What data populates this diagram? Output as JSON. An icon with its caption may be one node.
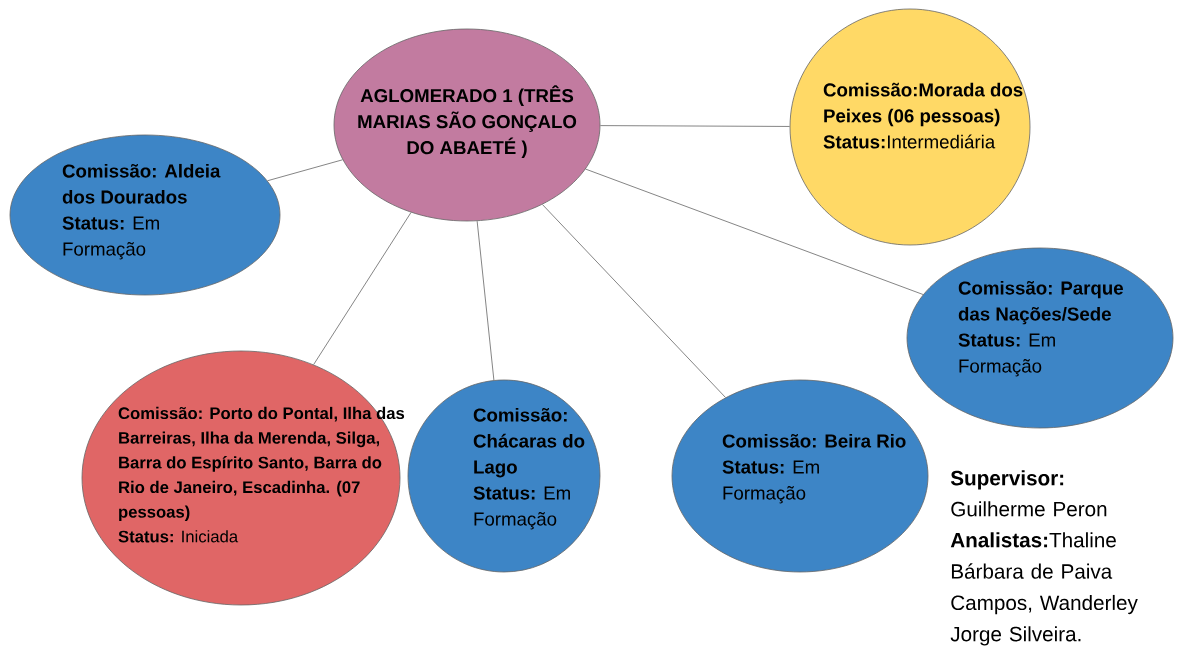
{
  "diagram": {
    "nodes": [
      {
        "text": [
          "AGLOMERADO 1 (TRÊS MARIAS SÃO GONÇALO DO ABAETÉ )"
        ]
      },
      {
        "text": [
          "Comissão:Morada dos Peixes (06 pessoas)",
          "**Status:**Intermediária"
        ]
      },
      {
        "text": [
          "Comissão: Aldeia dos Dourados",
          "**Status:** Em Formação"
        ]
      },
      {
        "text": [
          "Comissão: Parque das Nações/Sede",
          "**Status:** Em Formação"
        ]
      },
      {
        "text": [
          "Comissão: Porto do Pontal, Ilha das Barreiras, Ilha da Merenda, Silga, Barra do Espírito Santo, Barra do Rio de Janeiro, Escadinha. (07 pessoas)",
          "**Status:** Iniciada"
        ]
      },
      {
        "text": [
          "Comissão: Chácaras do Lago",
          "**Status:** Em Formação"
        ]
      },
      {
        "text": [
          "Comissão: Beira Rio",
          "**Status:** Em Formação"
        ]
      }
    ],
    "edges": [
      {
        "from": 0,
        "to": 1,
        "arrow": "none"
      },
      {
        "from": 0,
        "to": 2,
        "arrow": "none"
      },
      {
        "from": 0,
        "to": 3,
        "arrow": "none"
      },
      {
        "from": 0,
        "to": 4,
        "arrow": "none"
      },
      {
        "from": 0,
        "to": 5,
        "arrow": "none"
      },
      {
        "from": 0,
        "to": 6,
        "arrow": "none"
      }
    ],
    "labels": [
      "Supervisor:",
      "Guilherme Peron",
      "**Analistas:**Thaline Bárbara de Paiva Campos, Wanderley Jorge Silveira."
    ]
  }
}
